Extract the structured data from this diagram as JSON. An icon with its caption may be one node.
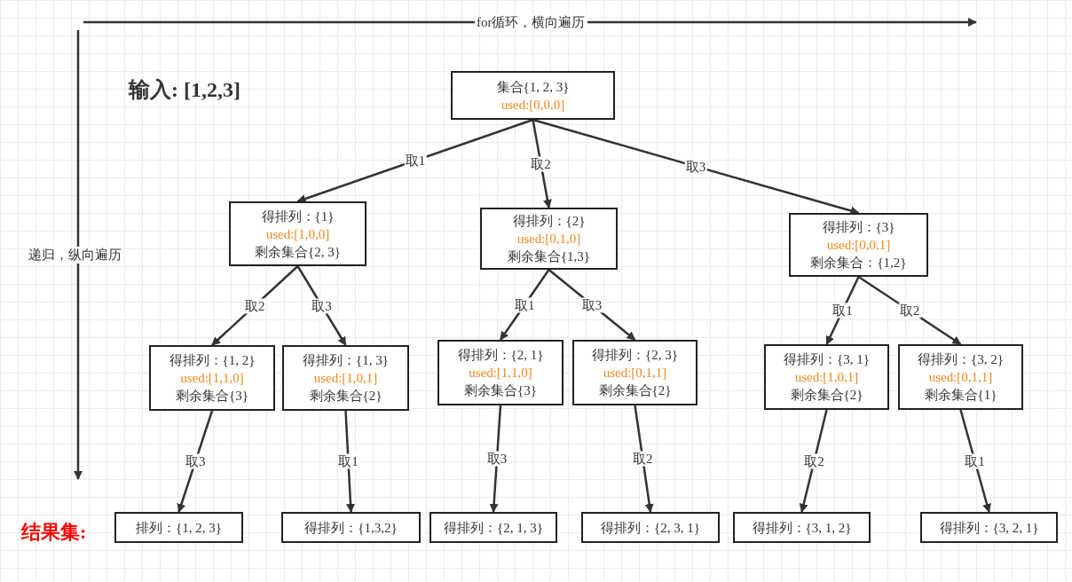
{
  "diagram": {
    "nodes": [
      {
        "text": [
          "集合{1, 2, 3}",
          "used:[0,0,0]"
        ]
      },
      {
        "text": [
          "得排列：{1}",
          "used:[1,0,0]",
          "剩余集合{2, 3}"
        ]
      },
      {
        "text": [
          "得排列：{2}",
          "used:[0,1,0]",
          "剩余集合{1,3}"
        ]
      },
      {
        "text": [
          "得排列：{3}",
          "used:[0,0,1]",
          "剩余集合：{1,2}"
        ]
      },
      {
        "text": [
          "得排列：{1, 2}",
          "used:[1,1,0]",
          "剩余集合{3}"
        ]
      },
      {
        "text": [
          "得排列：{1, 3}",
          "used:[1,0,1]",
          "剩余集合{2}"
        ]
      },
      {
        "text": [
          "得排列：{2, 1}",
          "used:[1,1,0]",
          "剩余集合{3}"
        ]
      },
      {
        "text": [
          "得排列：{2, 3}",
          "used:[0,1,1]",
          "剩余集合{2}"
        ]
      },
      {
        "text": [
          "得排列：{3, 1}",
          "used:[1,0,1]",
          "剩余集合{2}"
        ]
      },
      {
        "text": [
          "得排列：{3, 2}",
          "used:[0,1,1]",
          "剩余集合{1}"
        ]
      },
      {
        "text": [
          "排列：{1, 2, 3}"
        ]
      },
      {
        "text": [
          "得排列：{1,3,2}"
        ]
      },
      {
        "text": [
          "得排列：{2, 1, 3}"
        ]
      },
      {
        "text": [
          "得排列：{2, 3, 1}"
        ]
      },
      {
        "text": [
          "得排列：{3, 1, 2}"
        ]
      },
      {
        "text": [
          "得排列：{3, 2, 1}"
        ]
      }
    ],
    "edges": [
      {
        "from": 0,
        "to": 1,
        "arrow": "to",
        "label": "取1"
      },
      {
        "from": 0,
        "to": 2,
        "arrow": "to",
        "label": "取2"
      },
      {
        "from": 0,
        "to": 3,
        "arrow": "to",
        "label": "取3"
      },
      {
        "from": 1,
        "to": 4,
        "arrow": "to",
        "label": "取2"
      },
      {
        "from": 1,
        "to": 5,
        "arrow": "to",
        "label": "取3"
      },
      {
        "from": 2,
        "to": 6,
        "arrow": "to",
        "label": "取1"
      },
      {
        "from": 2,
        "to": 7,
        "arrow": "to",
        "label": "取3"
      },
      {
        "from": 3,
        "to": 8,
        "arrow": "to",
        "label": "取1"
      },
      {
        "from": 3,
        "to": 9,
        "arrow": "to",
        "label": "取2"
      },
      {
        "from": 4,
        "to": 10,
        "arrow": "to",
        "label": "取3"
      },
      {
        "from": 5,
        "to": 11,
        "arrow": "to",
        "label": "取1"
      },
      {
        "from": 6,
        "to": 12,
        "arrow": "to",
        "label": "取3"
      },
      {
        "from": 7,
        "to": 13,
        "arrow": "to",
        "label": "取2"
      },
      {
        "from": 8,
        "to": 14,
        "arrow": "to",
        "label": "取2"
      },
      {
        "from": 9,
        "to": 15,
        "arrow": "to",
        "label": "取1"
      }
    ],
    "labels": [
      "for循环，横向遍历",
      "输入: [1,2,3]",
      "递归，纵向遍历",
      "结果集:"
    ]
  }
}
